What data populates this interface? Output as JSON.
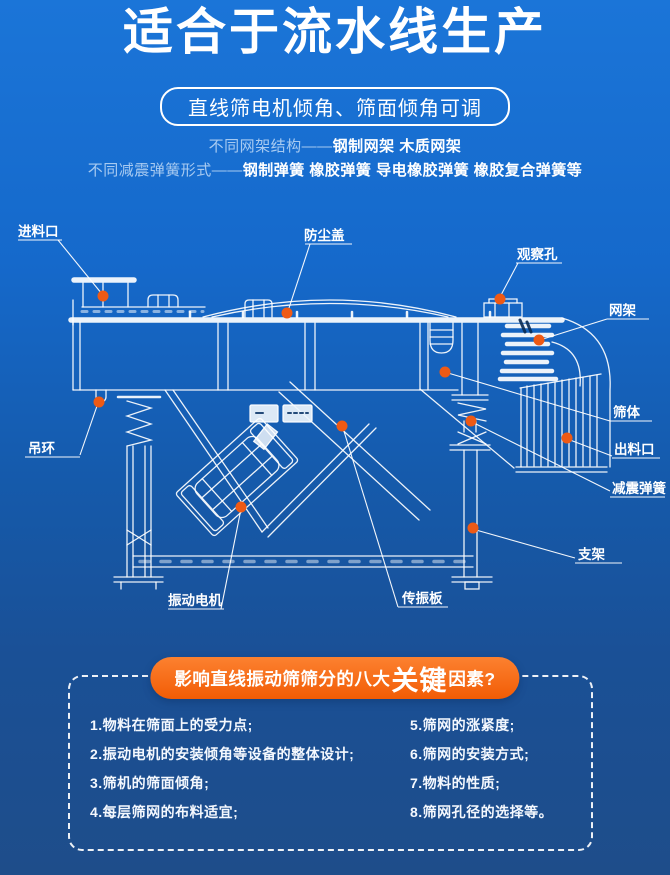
{
  "header": {
    "title": "适合于流水线生产",
    "subtitle_pill": "直线筛电机倾角、筛面倾角可调",
    "feature_lines": [
      {
        "prefix": "不同网架结构——",
        "bold": "钢制网架 木质网架"
      },
      {
        "prefix": "不同减震弹簧形式——",
        "bold": "钢制弹簧 橡胶弹簧 导电橡胶弹簧 橡胶复合弹簧等"
      }
    ]
  },
  "diagram": {
    "labels": {
      "feed_inlet": "进料口",
      "dust_cover": "防尘盖",
      "lifting_ring": "吊环",
      "observation_hole": "观察孔",
      "mesh_frame": "网架",
      "screen_body": "筛体",
      "discharge_outlet": "出料口",
      "damping_spring": "减震弹簧",
      "support_frame": "支架",
      "vibration_motor": "振动电机",
      "vibration_plate": "传振板"
    },
    "colors": {
      "marker": "#ee5a15",
      "line": "#ffffff",
      "background_top": "#1b75d8",
      "background_bottom": "#1e4d8a"
    }
  },
  "factors": {
    "heading_prefix": "影响直线振动筛筛分的八大",
    "heading_highlight": "关键",
    "heading_suffix": "因素?",
    "pill_color": "#f25c05",
    "items_left": [
      "1.物料在筛面上的受力点;",
      "2.振动电机的安装倾角等设备的整体设计;",
      "3.筛机的筛面倾角;",
      "4.每层筛网的布料适宜;"
    ],
    "items_right": [
      "5.筛网的涨紧度;",
      "6.筛网的安装方式;",
      "7.物料的性质;",
      "8.筛网孔径的选择等。"
    ]
  }
}
